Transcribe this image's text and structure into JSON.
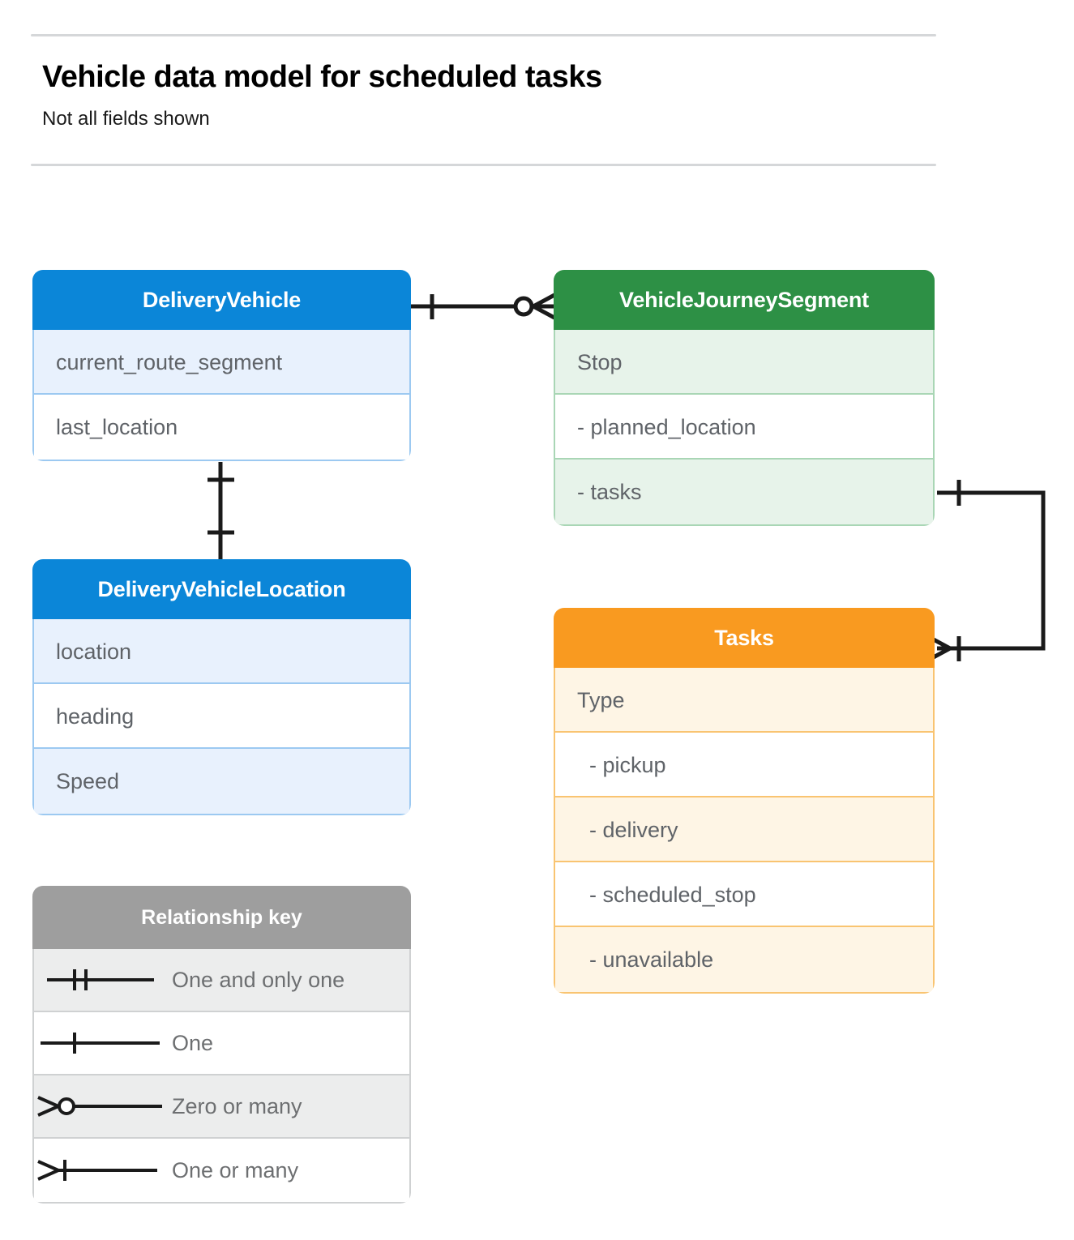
{
  "header": {
    "title": "Vehicle data model for scheduled tasks",
    "subtitle": "Not all fields shown"
  },
  "colors": {
    "blue_header": "#0b86d8",
    "blue_tint": "#e8f1fd",
    "blue_border": "#9cc9f1",
    "green_header": "#2d9045",
    "green_tint": "#e7f3ea",
    "green_border": "#a9d6b5",
    "orange_header": "#f99a20",
    "orange_tint": "#fef5e5",
    "orange_border": "#f9c471",
    "gray_header": "#9e9e9e",
    "gray_tint": "#eceded",
    "gray_border": "#cfd1d2",
    "field_text": "#5f6368",
    "rule": "#d5d7d9",
    "connector": "#1a1a1a"
  },
  "entities": [
    {
      "id": "delivery-vehicle",
      "title": "DeliveryVehicle",
      "theme": "blue",
      "fields": [
        {
          "label": "current_route_segment",
          "tint": true,
          "indent": false
        },
        {
          "label": "last_location",
          "tint": false,
          "indent": false
        }
      ]
    },
    {
      "id": "vehicle-journey-segment",
      "title": "VehicleJourneySegment",
      "theme": "green",
      "fields": [
        {
          "label": "Stop",
          "tint": true,
          "indent": false
        },
        {
          "label": "-  planned_location",
          "tint": false,
          "indent": false
        },
        {
          "label": "- tasks",
          "tint": true,
          "indent": false
        }
      ]
    },
    {
      "id": "delivery-vehicle-location",
      "title": "DeliveryVehicleLocation",
      "theme": "blue",
      "fields": [
        {
          "label": "location",
          "tint": true,
          "indent": false
        },
        {
          "label": "heading",
          "tint": false,
          "indent": false
        },
        {
          "label": "Speed",
          "tint": true,
          "indent": false
        }
      ]
    },
    {
      "id": "tasks",
      "title": "Tasks",
      "theme": "orange",
      "fields": [
        {
          "label": "Type",
          "tint": true,
          "indent": false
        },
        {
          "label": "-  pickup",
          "tint": false,
          "indent": true
        },
        {
          "label": "-  delivery",
          "tint": true,
          "indent": true
        },
        {
          "label": "-  scheduled_stop",
          "tint": false,
          "indent": true
        },
        {
          "label": "-  unavailable",
          "tint": true,
          "indent": true
        }
      ]
    }
  ],
  "legend": {
    "title": "Relationship key",
    "items": [
      {
        "label": "One and only one",
        "symbol": "one-and-only-one",
        "tint": true
      },
      {
        "label": "One",
        "symbol": "one",
        "tint": false
      },
      {
        "label": "Zero or many",
        "symbol": "zero-or-many",
        "tint": true
      },
      {
        "label": "One or many",
        "symbol": "one-or-many",
        "tint": false
      }
    ]
  },
  "relationships": [
    {
      "id": "deliveryvehicle-to-journeysegment",
      "from": "DeliveryVehicle",
      "to": "VehicleJourneySegment",
      "from_cardinality": "One",
      "to_cardinality": "Zero or many"
    },
    {
      "id": "deliveryvehicle-to-vehiclelocation",
      "from": "DeliveryVehicle",
      "to": "DeliveryVehicleLocation",
      "from_cardinality": "One",
      "to_cardinality": "One"
    },
    {
      "id": "journeysegment-tasks-to-tasks",
      "from": "VehicleJourneySegment",
      "to": "Tasks",
      "from_cardinality": "One",
      "to_cardinality": "One or many"
    }
  ]
}
